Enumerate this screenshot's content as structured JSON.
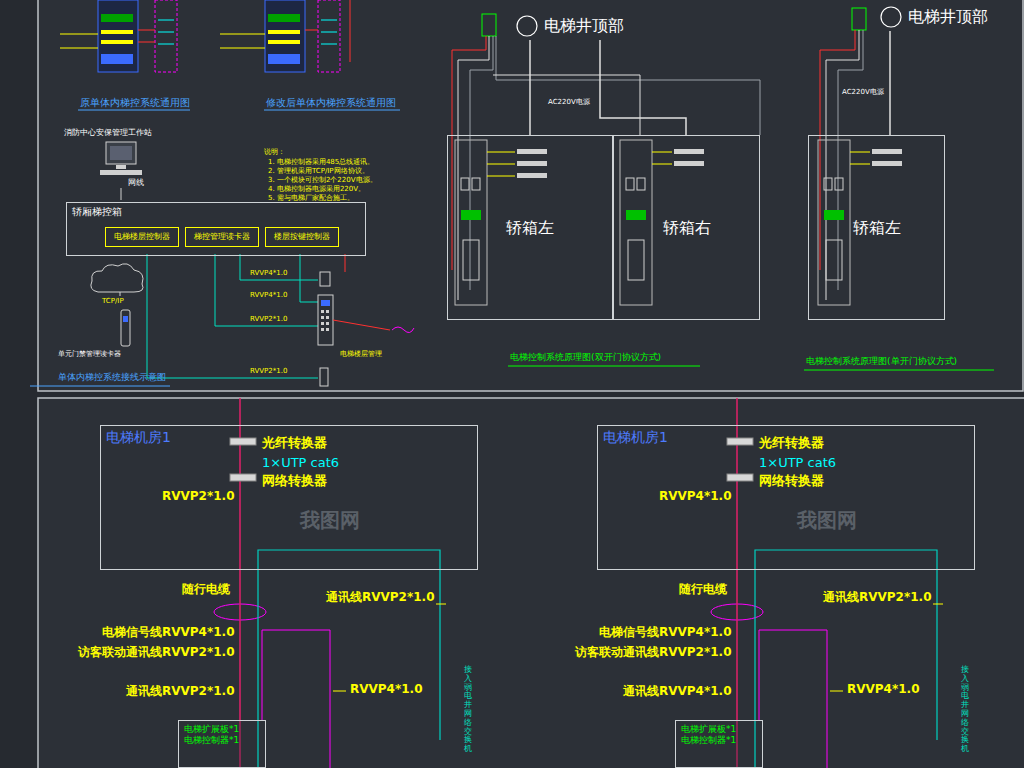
{
  "diagram": {
    "nodes": [
      {
        "text": [
          "轿厢梯控箱"
        ]
      },
      {
        "text": [
          "电梯楼层控制器"
        ],
        "in": 0
      },
      {
        "text": [
          "梯控管理读卡器"
        ],
        "in": 0
      },
      {
        "text": [
          "楼层按键控制器"
        ],
        "in": 0
      },
      {
        "text": [
          "电梯井顶部"
        ]
      },
      {
        "text": [
          "轿箱左"
        ]
      },
      {
        "text": [
          "轿箱右"
        ]
      },
      {
        "text": [
          "电梯井顶部"
        ]
      },
      {
        "text": [
          "轿箱左"
        ]
      },
      {
        "text": [
          "电梯机房1"
        ]
      },
      {
        "text": [
          "电梯机房1"
        ]
      },
      {
        "text": [
          "电梯扩展板*1",
          "电梯控制器*1"
        ]
      },
      {
        "text": [
          "电梯扩展板*1",
          "电梯控制器*1"
        ]
      }
    ],
    "edges": [
      {
        "from": 4,
        "to": 5,
        "arrow": "none"
      },
      {
        "from": 4,
        "to": 6,
        "arrow": "none"
      },
      {
        "from": 7,
        "to": 8,
        "arrow": "none"
      },
      {
        "from": 9,
        "to": 11,
        "label": "随行电缆",
        "arrow": "none"
      },
      {
        "from": 10,
        "to": 12,
        "label": "随行电缆",
        "arrow": "none"
      }
    ],
    "labels": [
      "原单体内梯控系统通用图",
      "修改后单体内梯控系统通用图",
      "消防中心安保管理工作站",
      "网线",
      "说明：",
      "1. 电梯控制器采用485总线通讯。",
      "2. 管理机采用TCP/IP网络协议。",
      "3. 一个模块可控制2个220V电源。",
      "4. 电梯控制器电源采用220V。",
      "5. 需与电梯厂家配合施工。",
      "RVVP4*1.0",
      "RVVP4*1.0",
      "RVVP2*1.0",
      "RVVP2*1.0",
      "电梯楼层管理",
      "单元门禁管理读卡器",
      "TCP/IP",
      "单体内梯控系统接线示意图",
      "AC220V电源",
      "AC220V电源",
      "电梯控制系统原理图(双开门协议方式)",
      "电梯控制系统原理图(单开门协议方式)",
      "光纤转换器",
      "1×UTP cat6",
      "网络转换器",
      "RVVP2*1.0",
      "光纤转换器",
      "1×UTP cat6",
      "网络转换器",
      "RVVP4*1.0",
      "通讯线RVVP2*1.0",
      "电梯信号线RVVP4*1.0",
      "访客联动通讯线RVVP2*1.0",
      "通讯线RVVP2*1.0",
      "RVVP4*1.0",
      "通讯线RVVP2*1.0",
      "电梯信号线RVVP4*1.0",
      "访客联动通讯线RVVP2*1.0",
      "通讯线RVVP4*1.0",
      "RVVP4*1.0",
      "接入弱电井网络交换机",
      "接入弱电井网络交换机",
      "我图网",
      "我图网"
    ]
  }
}
